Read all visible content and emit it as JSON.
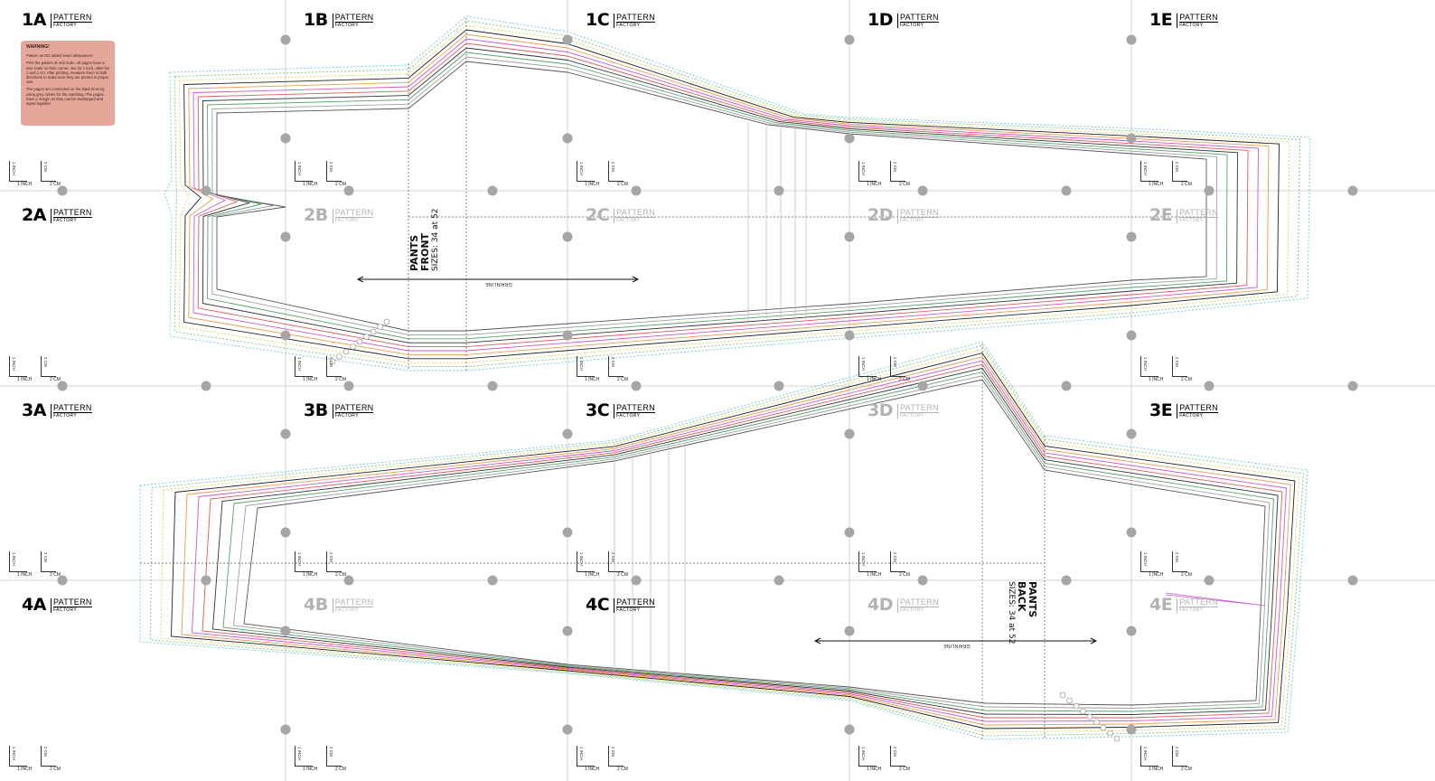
{
  "tiles": [
    {
      "id": "1A",
      "faded": false
    },
    {
      "id": "1B",
      "faded": false
    },
    {
      "id": "1C",
      "faded": false
    },
    {
      "id": "1D",
      "faded": false
    },
    {
      "id": "1E",
      "faded": false
    },
    {
      "id": "2A",
      "faded": false
    },
    {
      "id": "2B",
      "faded": true
    },
    {
      "id": "2C",
      "faded": true
    },
    {
      "id": "2D",
      "faded": true
    },
    {
      "id": "2E",
      "faded": true
    },
    {
      "id": "3A",
      "faded": false
    },
    {
      "id": "3B",
      "faded": false
    },
    {
      "id": "3C",
      "faded": false
    },
    {
      "id": "3D",
      "faded": true
    },
    {
      "id": "3E",
      "faded": false
    },
    {
      "id": "4A",
      "faded": false
    },
    {
      "id": "4B",
      "faded": true
    },
    {
      "id": "4C",
      "faded": false
    },
    {
      "id": "4D",
      "faded": true
    },
    {
      "id": "4E",
      "faded": true
    }
  ],
  "logo": {
    "line1": "PATTERN",
    "line2": "FACTORY"
  },
  "warning": {
    "title": "WARNING!",
    "lines": [
      "Pattern as NO added seam allowances!",
      "Print the pattern at real scale. All pages have a size scale on their corner, one for 1 inch, other for 1 and 2 cm. After printing, measure them in both directions to make sure they are printed in proper size.",
      "The pages are connected on the black lines by using grey circles for the matching. The pages have a margin so they can be overlapped and taped together."
    ]
  },
  "scale": {
    "inch_label": "1 INCH",
    "cm_label": "2 CM"
  },
  "pieces": {
    "front": {
      "title_line1": "PANTS",
      "title_line2": "FRONT",
      "sizes": "SIZES: 34 at 52",
      "grainline": "GRAINLINE"
    },
    "back": {
      "title_line1": "PANTS",
      "title_line2": "BACK",
      "sizes": "SIZES: 34 at 52",
      "grainline": "GRAINLINE"
    }
  },
  "size_colors": [
    "#6fc7e0",
    "#7bc67b",
    "#d9d45a",
    "#222222",
    "#f19a4a",
    "#c95bc9",
    "#e05a5a",
    "#b07ad8",
    "#5aa06a",
    "#9aa0a6",
    "#555555"
  ],
  "colors": {
    "warning_bg": "#e6a79b",
    "grid_line": "#c8c8c8",
    "match_circle": "#a6a6a6",
    "tile_faded": "#b3b3b3"
  }
}
